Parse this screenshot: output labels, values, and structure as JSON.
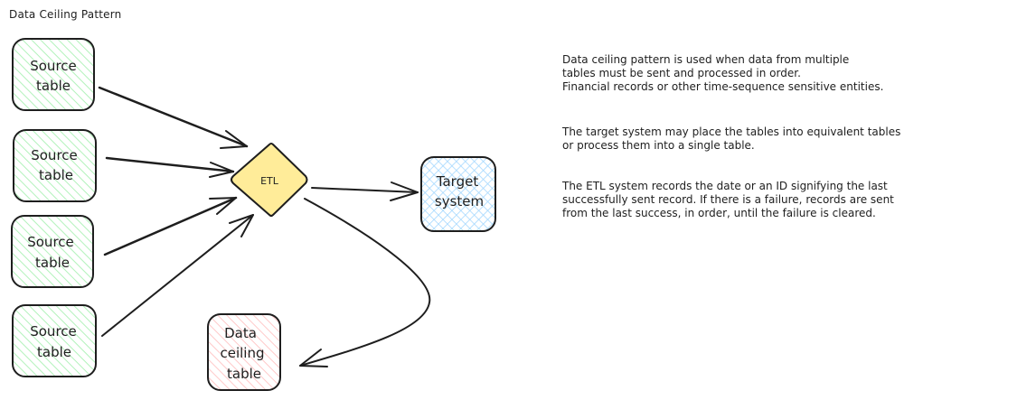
{
  "title": "Data Ceiling Pattern",
  "colors": {
    "source_fill": "#b2f2bb",
    "etl_fill": "#ffec99",
    "target_fill": "#a5d8ff",
    "ceiling_fill": "#ffc9c9",
    "stroke": "#1e1e1e"
  },
  "nodes": {
    "source_1": {
      "line1": "Source",
      "line2": "table"
    },
    "source_2": {
      "line1": "Source",
      "line2": "table"
    },
    "source_3": {
      "line1": "Source",
      "line2": "table"
    },
    "source_4": {
      "line1": "Source",
      "line2": "table"
    },
    "etl": {
      "label": "ETL"
    },
    "target": {
      "line1": "Target",
      "line2": "system"
    },
    "ceiling": {
      "line1": "Data",
      "line2": "ceiling",
      "line3": "table"
    }
  },
  "description": {
    "para1": "Data ceiling pattern is used when data from multiple\ntables must be sent and processed in order.\nFinancial records or other time-sequence sensitive entities.",
    "para2": "The target system may place the tables into equivalent tables\nor process them into a single table.",
    "para3": "The ETL system records the date or an ID signifying the last\nsuccessfully sent record. If there is a failure, records are sent\nfrom the last success, in order, until the failure is cleared."
  }
}
